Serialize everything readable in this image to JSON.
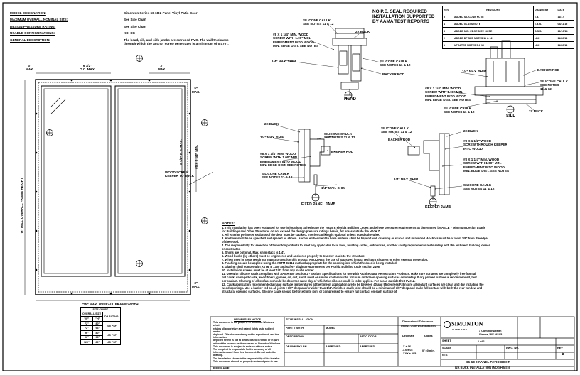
{
  "spec": [
    {
      "label": "MODEL DESIGNATION:",
      "value": "Simonton Series 66-68 2-Panel Vinyl Patio Door"
    },
    {
      "label": "MAXIMUM OVERALL NOMINAL SIZE:",
      "value": "See Size Chart"
    },
    {
      "label": "DESIGN PRESSURE RATING:",
      "value": "See Size Chart"
    },
    {
      "label": "USABLE CONFIGURATIONS:",
      "value": "XO, OX"
    },
    {
      "label": "GENERAL DESCRIPTION:",
      "value": "The head, sill, and side jambs are extruded PVC. The wall thickness"
    }
  ],
  "spec_desc_2": "through which the anchor screw penetrates is a minimum of 0.070\".",
  "seal_note": [
    "NO P.E. SEAL REQUIRED",
    "INSTALLATION SUPPORTED",
    "BY AAMA TEST REPORTS"
  ],
  "dims": {
    "top_left": "3\"",
    "top_left_sub": "MAX.",
    "top_mid": "6 1/2\"",
    "top_mid_sub": "O.C. MAX.",
    "top_right": "3\"",
    "top_right_sub": "MAX.",
    "right_oc": "6 1/2\" O.C. MAX.",
    "right_top": "5\"",
    "right_top_sub": "MAX.",
    "right_bot": "3\"",
    "right_bot_sub": "MAX.",
    "height": "\"H\" MAX. OVERALL FRAME HEIGHT",
    "width": "\"W\" MAX. OVERALL FRAME WIDTH",
    "keeper": [
      "#8 X 2 1/2\" MIN.",
      "WOOD SCREW",
      "KEEPER TO BUCK"
    ]
  },
  "details": {
    "head": "HEAD",
    "sill": "SILL",
    "fixed_jamb": "FIXED PANEL JAMB",
    "keeper_jamb": "KEEPER JAMB",
    "labels": {
      "caulk_1": [
        "SILICONE CAULK",
        "SEE NOTES 11 & 12"
      ],
      "buck_2x": "2X BUCK",
      "screw_1": [
        "#8 X 1 1/4\" MIN. WOOD",
        "SCREW WITH 1.00\" MIN.",
        "EMBEDMENT INTO WOOD",
        "MIN. EDGE DIST. SEE NOTES"
      ],
      "shim": "1/4\" MAX. SHIM",
      "backer": "BACKER ROD",
      "caulk_2": [
        "SILICONE CAULK",
        "SEE NOTES 11 & 12"
      ],
      "sill_shim": "1/4\" MAX. SHIM",
      "sill_backer": "BACKER ROD",
      "sill_caulk": [
        "SILICONE CAULK",
        "SEE NOTES",
        "11 & 12"
      ],
      "sill_screw": [
        "#8 X 1 1/4\" MIN. WOOD",
        "SCREW WITH 1.00\" MIN.",
        "EMBEDMENT INTO WOOD",
        "MIN. EDGE DIST. SEE NOTES"
      ],
      "sill_caulk2": [
        "SILICONE CAULK",
        "SEE NOTES 11 & 12"
      ],
      "sill_buck": "2X BUCK",
      "fj_buck": "2X BUCK",
      "fj_shim": "1/4\" MAX. SHIM",
      "fj_caulk": [
        "SILICONE CAULK",
        "SEE NOTES 11 & 12"
      ],
      "fj_backer": "BACKER ROD",
      "fj_screw": [
        "#8 X 1 1/4\" MIN. WOOD",
        "SCREW WITH 1.00\" MIN.",
        "EMBEDMENT INTO WOOD",
        "MIN. EDGE DIST. SEE NOTES"
      ],
      "fj_caulk2": [
        "SILICONE CAULK",
        "SEE NOTES 11 & 12"
      ],
      "fj_shim2": "1/4\" MAX. SHIM",
      "kj_caulk": [
        "SILICONE CAULK",
        "SEE NOTES 11 & 12"
      ],
      "kj_backer": "BACKER ROD",
      "kj_buck": "2X BUCK",
      "kj_screw1": [
        "#8 X 1 1/2\" WOOD",
        "SCREW THROUGH KEEPER",
        "INTO WOOD"
      ],
      "kj_screw2": [
        "#8 X 1 1/4\" MIN. WOOD",
        "SCREW WITH 1.00\" MIN.",
        "EMBEDMENT INTO WOOD",
        "MIN. EDGE DIST. SEE NOTES"
      ],
      "kj_shim": "1/4\" MAX. SHIM",
      "kj_caulk2": [
        "SILICONE CAULK",
        "SEE NOTES 11 & 12"
      ]
    }
  },
  "revisions": {
    "header": [
      "REV",
      "REVISIONS",
      "DRAWN BY",
      "DATE"
    ],
    "rows": [
      [
        "5",
        "ADDED SILICONE NOTE",
        "T.B.",
        "11/17"
      ],
      [
        "4",
        "ADDED GLASS NOTE",
        "T.B.B.",
        "03/11/15"
      ],
      [
        "3",
        "ADDED MIN. EDGE DIST. NOTE",
        "B.S.S.",
        "12/16/14"
      ],
      [
        "2",
        "ADDED DP SEE NOTES 11 & 12",
        "LBH",
        "11/26/14"
      ],
      [
        "1",
        "UPDATED NOTES 5 & 10",
        "LBH",
        "11/26/14"
      ]
    ]
  },
  "notes_title": "NOTES:",
  "notes": [
    "1. This installation has been evaluated for use in locations adhering to the Texas & Florida Building Codes and where pressure requirements as determined by ASCE 7 Minimum Design Loads",
    "    for Buildings and Other Structures do not exceed the design pressure ratings herein, for areas outside the H.V.H.Z.",
    "2. All exterior perimeter sealants of the door must be caulked. Interior caulking is optional unless noted otherwise.",
    "3. Anchors shall be as specified and spaced as shown. Anchor embedment to base material shall be beyond wall dressing or stucco and into wood. Anchors must be at least 3/8\" from the edge",
    "    of the wood.",
    "4. The responsibility for selection of Simonton products to meet any applicable local laws, building codes, ordinances, or other safety requirements rests solely with the architect, building owner,",
    "    or contractor.",
    "5. Shims are optional. Max. shim stack is 1/4\".",
    "6. Wood bucks (by others) must be engineered and anchored properly to transfer loads to the structure.",
    "7. When used in areas requiring impact protection this product REQUIRES the use of approved impact resistant shutters or other external protection.",
    "8. Flashing should be applied using the ASTM E2112 method appropriate for the opening into which the door is being installed.",
    "9. Glazing shall comply with ASTM E 1300 and safety glazing requirements per Florida Building Code section 2406.",
    "10. Installation screws must be at least 1/2\" from any inside corner.",
    "11. Use with silicone caulk compliant with AAMA 800 Section 2 - Sealant Specifications for use with Architectural Fenestration Products. Make sure surfaces are completely free from all",
    "    old caulk, damaged caulk, wood fibers, grease, oil, dirt, sand, mold or similar contaminants. Vacuum and clean opening surfaces completely. If dry primed surface is recommended, test",
    "    per sealant. Cleaning of all surfaces should be done the same day of which the silicone caulk is to be applied. For areas outside the H.V.H.Z.",
    "12. Caulk application recommended air and surface temperatures at the time of application are to be between 40 and 95 degrees F. Ensure all sealant surfaces are clean and dry including the",
    "    wood openings. Use a backer rod on all joints >3/8\" deep and/or wider than 1/4\". Finished caulk joint should be a minimum of 3/8\" deep and make full contact with both the rear window and",
    "    structural opening surfaces. Silicone caulk should be forced into joint or compressed to ensure full contact on each surface of"
  ],
  "size_chart": {
    "title": "SIZE CHART",
    "header": [
      "OVERALL SIZE",
      "",
      "DP RATING"
    ],
    "sub": [
      "\"W\"",
      "\"H\"",
      ""
    ],
    "rows": [
      [
        "72\"",
        "80\"",
        "±35 PSF"
      ],
      [
        "72\"",
        "96\"",
        ""
      ],
      [
        "96\"",
        "80\"",
        "±35 PSF"
      ],
      [
        "96\"",
        "96\"",
        ""
      ],
      [
        "120\"",
        "80\"",
        "±35 PSF"
      ]
    ]
  },
  "title_block": {
    "warn_title": "PROPRIETARY NOTICE",
    "warn": [
      "This document is the property of Simonton Windows, which",
      "retains all proprietary and patent rights as to subject matter",
      "depicted. This document may not be reproduced, and the information",
      "depicted herein is not to be disclosed, in whole or in part,",
      "without the express written consent of Simonton Windows.",
      "This document is subject to revision without notice.",
      "The recipient is responsible for the accuracy of all",
      "information used from this document. Do not scale the drawing.",
      "The installation shown is the responsibility of the installer.",
      "This document should be properly reviewed prior to use."
    ],
    "f_title": "TITLE",
    "f_title_v": "INSTALLATION",
    "f_part": "PART #",
    "f_part_v": "BOTH",
    "f_desc": "DESCRIPTION",
    "f_desc_v": "PATIO DOOR",
    "f_sheet": "SHEET",
    "f_model": "MODEL",
    "f_drawn": "DRAWN BY",
    "f_drawn_v": "LBH",
    "f_app": "APPROVED",
    "f_app_v": "APPROVED",
    "file": "FILE NAME",
    "tol_title": "Dimensional Tolerances",
    "tol_sub": "Unless Otherwise Specified",
    "tol_dec": "Decimals",
    "tol_ang": "Angles",
    "tol_a": ".X ±.06",
    ".tol_b": ".XX ±.03",
    "tol_b": ".XX ±.03",
    "tol_c": ".XXX ±.005",
    "tol_ang_v": "0° ±0 min.",
    "company": "SIMONTON",
    "company_sub": "WINDOWS",
    "addr1": "3 Commonwealth",
    "addr2": "Vienna, WV 26105",
    "scale": "SCALE",
    "scale_v": "NTS",
    "sheet_v": "1 of 1",
    "dwg": "DWG. NO.",
    "rev": "REV",
    "rev_v": "5",
    "drawing_title": "66-68 2-PANEL PATIO DOOR",
    "drawing_sub": "(2X BUCK INSTALLATION (NO SHIMS))"
  }
}
